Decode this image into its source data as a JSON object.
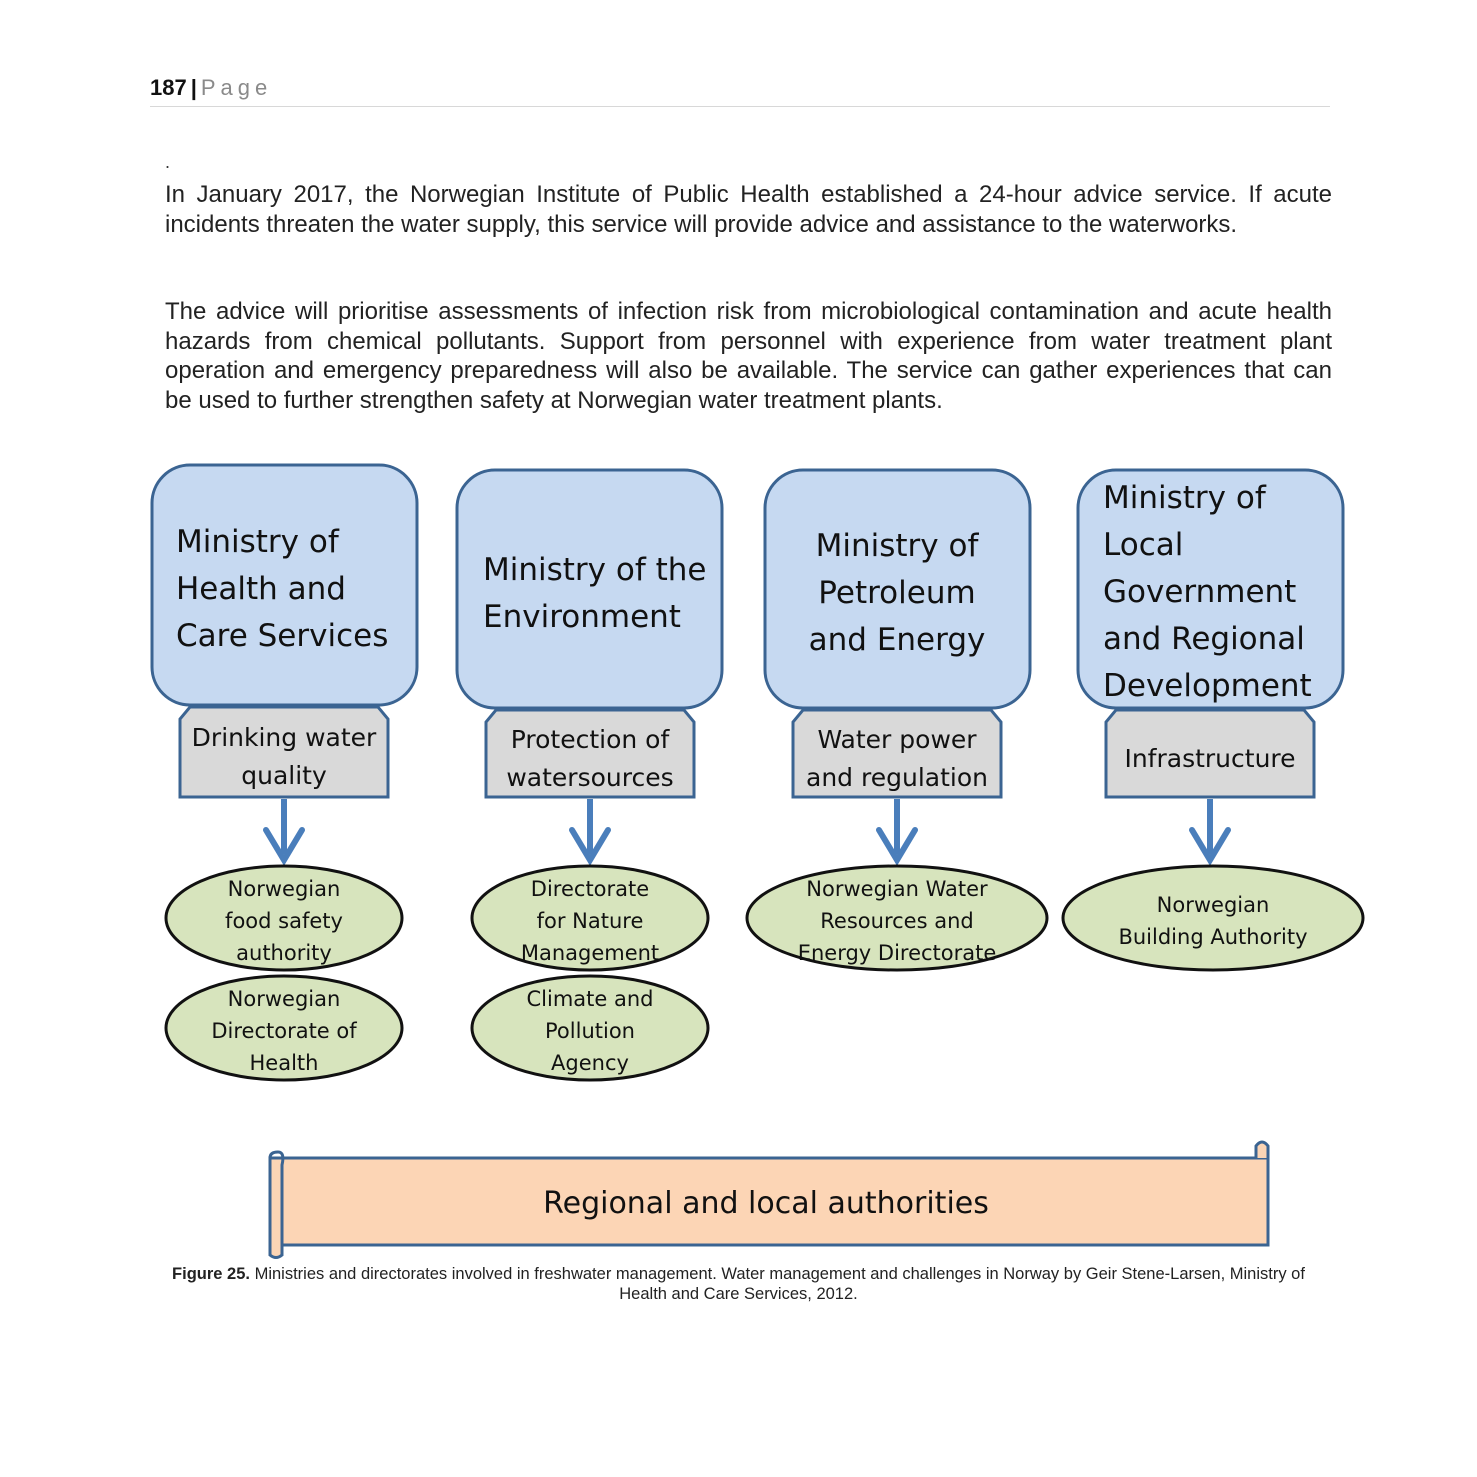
{
  "header": {
    "page_number": "187",
    "separator": "|",
    "page_word": "Page"
  },
  "lead_dot": ".",
  "paragraphs": [
    "In January 2017, the Norwegian Institute of Public Health established a 24-hour advice service. If acute incidents threaten the water supply, this service will provide advice and assistance to the waterworks.",
    "The advice will prioritise assessments of infection risk from microbiological contamination and acute health hazards from chemical pollutants. Support from personnel with experience from water treatment plant operation and emergency preparedness will also be available. The service can gather experiences that can be used to further strengthen safety at Norwegian water treatment plants."
  ],
  "diagram": {
    "colors": {
      "ministry_fill": "#c6d9f1",
      "box_stroke": "#3b6492",
      "role_fill": "#d9d9d9",
      "arrow": "#4a7ebb",
      "agency_fill": "#d7e4bd",
      "banner_fill": "#fcd5b5"
    },
    "ministries": [
      {
        "name_lines": [
          "Ministry of",
          "Health and",
          "Care Services"
        ],
        "role_lines": [
          "Drinking water",
          "quality"
        ],
        "agencies": [
          {
            "lines": [
              "Norwegian",
              "food safety",
              "authority"
            ]
          },
          {
            "lines": [
              "Norwegian",
              "Directorate of",
              "Health"
            ]
          }
        ]
      },
      {
        "name_lines": [
          "Ministry of the",
          "Environment"
        ],
        "role_lines": [
          "Protection of",
          "watersources"
        ],
        "agencies": [
          {
            "lines": [
              "Directorate",
              "for Nature",
              "Management"
            ]
          },
          {
            "lines": [
              "Climate and",
              "Pollution",
              "Agency"
            ]
          }
        ]
      },
      {
        "name_lines": [
          "Ministry of",
          "Petroleum",
          "and Energy"
        ],
        "role_lines": [
          "Water power",
          "and regulation"
        ],
        "agencies": [
          {
            "lines": [
              "Norwegian Water",
              "Resources and",
              "Energy Directorate"
            ]
          }
        ]
      },
      {
        "name_lines": [
          "Ministry of",
          "Local",
          "Government",
          "and Regional",
          "Development"
        ],
        "role_lines": [
          "Infrastructure"
        ],
        "agencies": [
          {
            "lines": [
              "Norwegian",
              "Building Authority"
            ]
          }
        ]
      }
    ],
    "banner": "Regional and local authorities"
  },
  "caption": {
    "label": "Figure 25.",
    "text": " Ministries and directorates involved in freshwater management. Water management and challenges in Norway by Geir Stene-Larsen, Ministry of Health and Care Services, 2012."
  }
}
